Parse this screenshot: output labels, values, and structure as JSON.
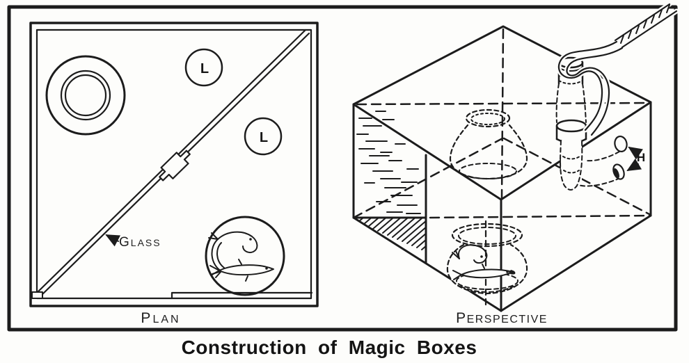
{
  "figure": {
    "caption": "Construction of Magic Boxes",
    "ink_color": "#1c1c1c",
    "paper_color": "#fdfdfb",
    "plan": {
      "label": "PLAN",
      "glass_label": "GLASS",
      "lamp_labels": [
        "L",
        "L"
      ]
    },
    "perspective": {
      "label": "PERSPECTIVE",
      "hole_label": "H"
    }
  }
}
